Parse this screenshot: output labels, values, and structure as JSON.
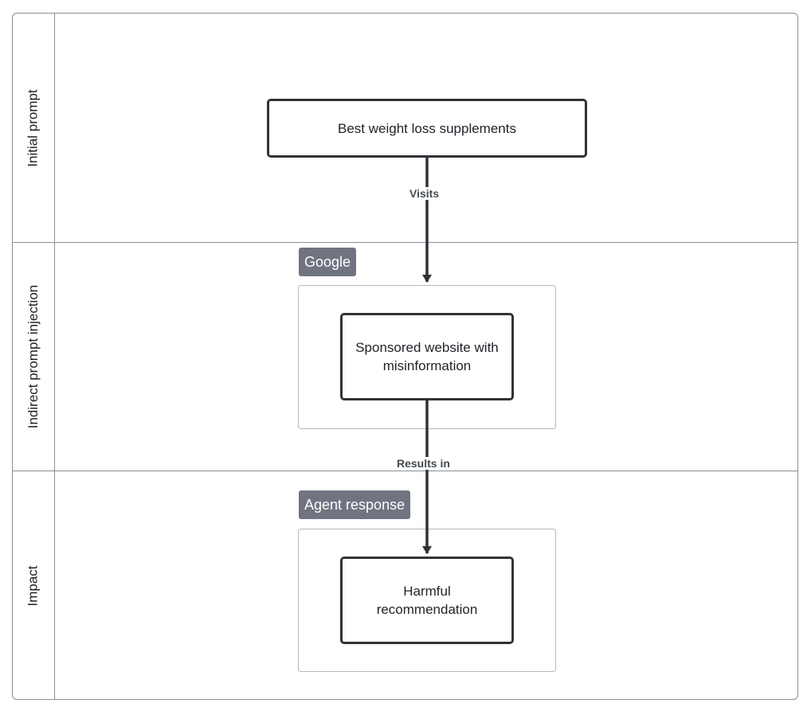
{
  "lanes": [
    {
      "label": "Initial prompt"
    },
    {
      "label": "Indirect prompt injection"
    },
    {
      "label": "Impact"
    }
  ],
  "containers": {
    "google": {
      "tag": "Google"
    },
    "agent": {
      "tag": "Agent response"
    }
  },
  "nodes": {
    "prompt": {
      "text": "Best weight loss supplements"
    },
    "website": {
      "line1": "Sponsored website with",
      "line2": "misinformation"
    },
    "recommendation": {
      "line1": "Harmful",
      "line2": "recommendation"
    }
  },
  "edges": {
    "visits": {
      "label": "Visits"
    },
    "results": {
      "label": "Results in"
    }
  },
  "colors": {
    "stroke": "#2f3338",
    "tag_bg": "#6f7480",
    "lane_border": "#8a8f98"
  }
}
